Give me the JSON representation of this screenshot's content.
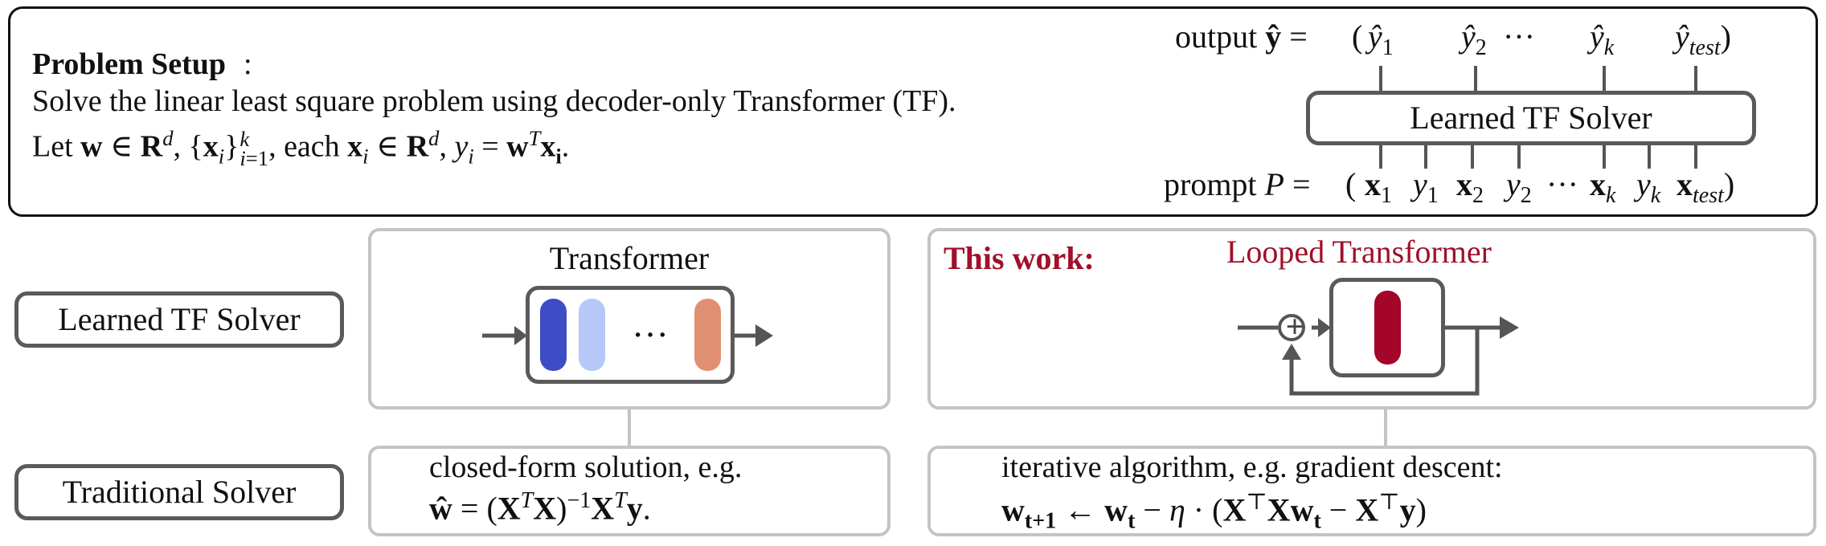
{
  "setup": {
    "heading": "Problem Setup",
    "heading_colon": ":",
    "line1": "Solve the linear least square problem using decoder-only Transformer (TF).",
    "line2_prefix": "Let",
    "line2_each": ", each",
    "output_label": "output",
    "prompt_label": "prompt",
    "solver_label": "Learned TF Solver",
    "dots": "···"
  },
  "rows": {
    "learned_label": "Learned TF Solver",
    "traditional_label": "Traditional Solver"
  },
  "transformer": {
    "title": "Transformer",
    "dots": "···",
    "block_colors": [
      "#3e4cc5",
      "#b5c8f8",
      "#e09071"
    ]
  },
  "looped": {
    "this_work": "This work:",
    "title": "Looped Transformer",
    "block_color": "#a30628"
  },
  "closed_form": {
    "text": "closed-form solution, e.g."
  },
  "iterative": {
    "text": "iterative algorithm, e.g. gradient descent:"
  },
  "colors": {
    "accent_red": "#a0102a",
    "pill_border": "#5a5a5a",
    "panel_border": "#c4c4c4",
    "connector": "#c4c4c4",
    "arrow": "#555555"
  }
}
